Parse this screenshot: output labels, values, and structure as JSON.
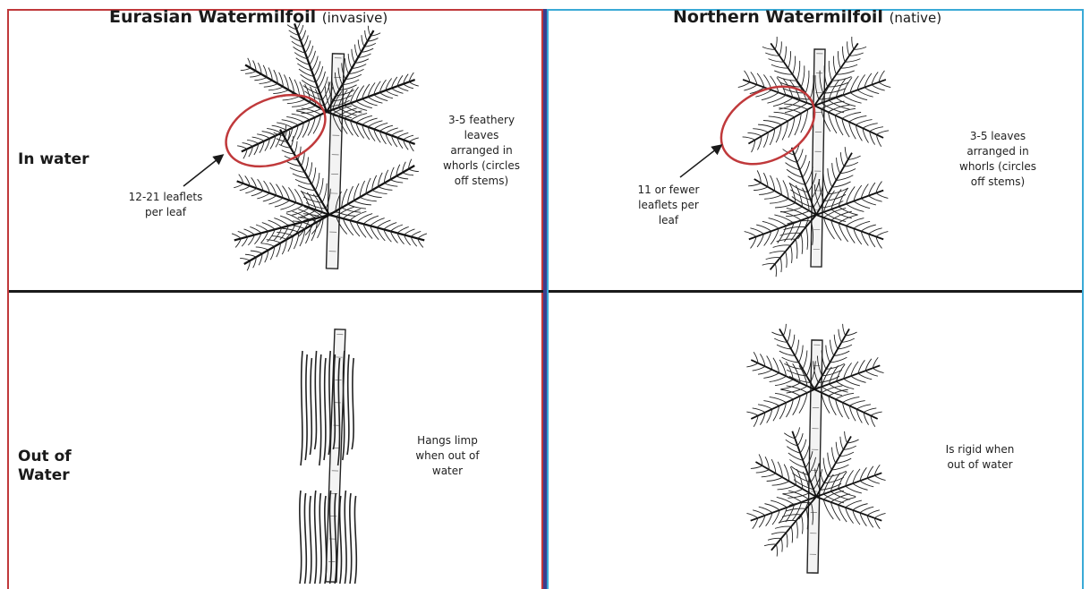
{
  "left_panel": {
    "title": "Eurasian Watermilfoil",
    "title_qualifier": "(invasive)",
    "in_water_note": [
      "3-5 feathery",
      "leaves",
      "arranged in",
      "whorls (circles",
      "off stems)"
    ],
    "leaflet_note": [
      "12-21 leaflets",
      "per leaf"
    ],
    "out_of_water_note": [
      "Hangs limp",
      "when out of",
      "water"
    ]
  },
  "right_panel": {
    "title": "Northern Watermilfoil",
    "title_qualifier": "(native)",
    "in_water_note": [
      "3-5 leaves",
      "arranged in",
      "whorls (circles",
      "off stems)"
    ],
    "leaflet_note": [
      "11 or fewer",
      "leaflets per",
      "leaf"
    ],
    "out_of_water_note": [
      "Is rigid when",
      "out of water"
    ]
  },
  "row_labels": {
    "in_water": "In water",
    "out_of_water_1": "Out of",
    "out_of_water_2": "Water"
  },
  "colors": {
    "invasive_border": "#c0393b",
    "native_border": "#3aaad6",
    "highlight_ellipse": "#c0393b",
    "divider": "#1a1a1a"
  },
  "icons": [
    "eurasian-milfoil-illustration",
    "northern-milfoil-illustration",
    "highlight-ellipse",
    "pointer-arrow"
  ]
}
